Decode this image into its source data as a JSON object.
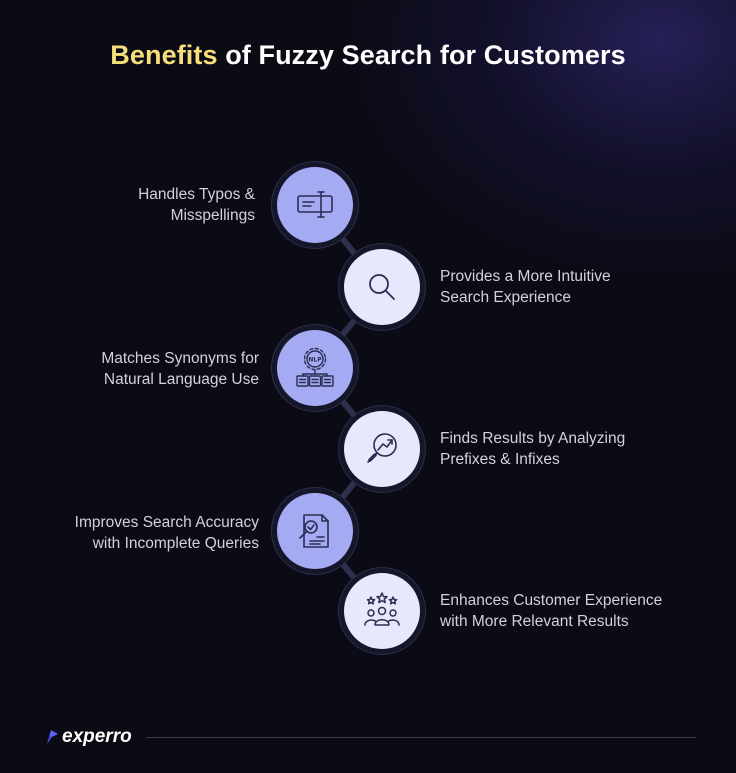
{
  "title": {
    "highlight": "Benefits",
    "rest": " of Fuzzy Search for Customers"
  },
  "steps": [
    {
      "line1": "Handles Typos &",
      "line2": "Misspellings",
      "side": "left",
      "icon": "text-cursor-icon"
    },
    {
      "line1": "Provides a More Intuitive",
      "line2": "Search Experience",
      "side": "right",
      "icon": "magnifier-icon"
    },
    {
      "line1": "Matches Synonyms for",
      "line2": "Natural Language Use",
      "side": "left",
      "icon": "nlp-gear-icon"
    },
    {
      "line1": "Finds Results by Analyzing",
      "line2": "Prefixes & Infixes",
      "side": "right",
      "icon": "search-trend-icon"
    },
    {
      "line1": "Improves Search Accuracy",
      "line2": "with Incomplete Queries",
      "side": "left",
      "icon": "document-check-icon"
    },
    {
      "line1": "Enhances Customer Experience",
      "line2": "with More Relevant Results",
      "side": "right",
      "icon": "customers-stars-icon"
    }
  ],
  "colors": {
    "background": "#0b0b16",
    "highlight": "#f6de7a",
    "node_purple": "#a4abf3",
    "node_white": "#e7e8fb",
    "icon_stroke": "#2a2d52",
    "text": "#d2d2dc"
  },
  "footer": {
    "brand": "experro"
  }
}
